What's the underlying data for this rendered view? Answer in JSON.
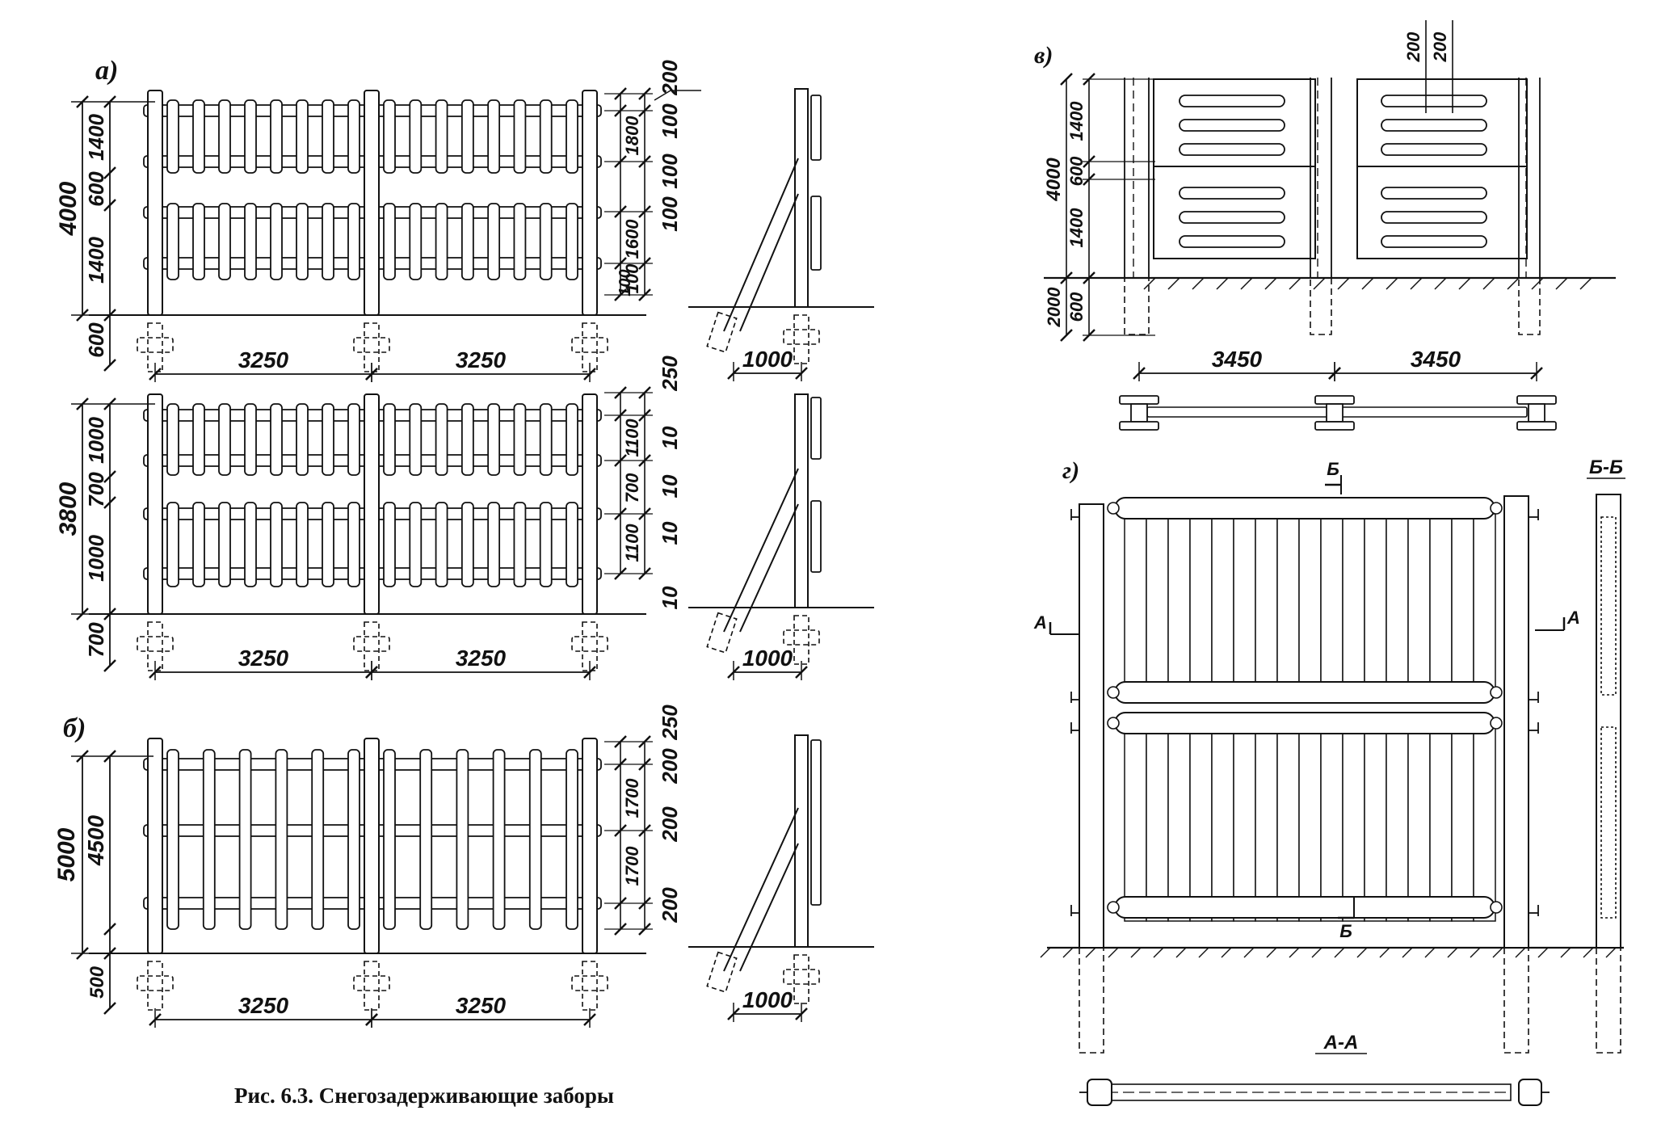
{
  "caption": "Рис. 6.3. Снегозадерживающие заборы",
  "panel_a": {
    "label": "а)",
    "fence1": {
      "total": "4000",
      "heights": [
        "1400",
        "600",
        "1400"
      ],
      "embed": "600",
      "spans": [
        "3250",
        "3250"
      ],
      "right_dims": [
        "200",
        "100",
        "100",
        "100",
        "100",
        "100"
      ],
      "right_inner": [
        "1800",
        "1600"
      ],
      "brace": "1000"
    },
    "fence2": {
      "total": "3800",
      "heights": [
        "1000",
        "700",
        "1000"
      ],
      "embed": "700",
      "spans": [
        "3250",
        "3250"
      ],
      "right_dims": [
        "250",
        "10",
        "10",
        "10",
        "10"
      ],
      "right_inner": [
        "1100",
        "700",
        "1100"
      ],
      "brace": "1000"
    }
  },
  "panel_b": {
    "label": "б)",
    "total": "5000",
    "inner": "4500",
    "embed": "500",
    "spans": [
      "3250",
      "3250"
    ],
    "right_dims": [
      "250",
      "200",
      "200",
      "200"
    ],
    "right_inner": [
      "1700",
      "1700"
    ],
    "brace": "1000"
  },
  "panel_v": {
    "label": "в)",
    "top_dims": [
      "200",
      "200"
    ],
    "left_dims": [
      "1400",
      "600",
      "1400"
    ],
    "total": "4000",
    "below": [
      "2000",
      "600"
    ],
    "spans": [
      "3450",
      "3450"
    ]
  },
  "panel_g": {
    "label": "г)",
    "section_b": "Б",
    "section_b_title": "Б-Б",
    "section_a": "А",
    "section_a_title": "А-А"
  }
}
